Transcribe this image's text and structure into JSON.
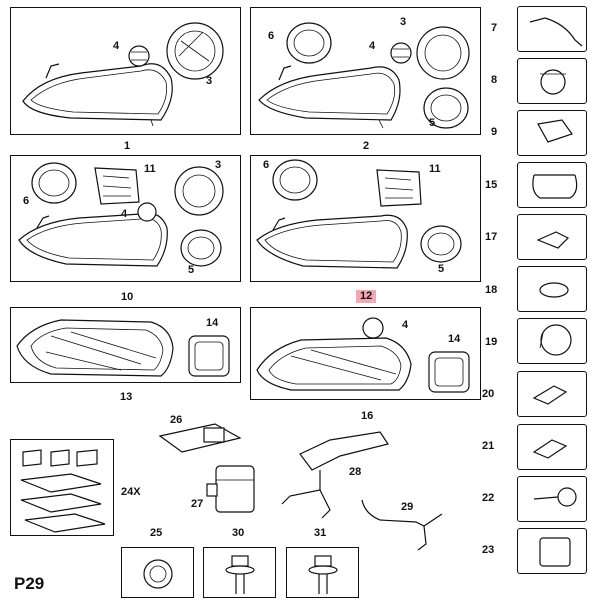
{
  "page_code": "P29",
  "highlight_color": "#f2a9b1",
  "panels": [
    {
      "label": "1",
      "callouts": [
        "4",
        "3"
      ]
    },
    {
      "label": "2",
      "callouts": [
        "6",
        "4",
        "3",
        "5"
      ]
    },
    {
      "label": "10",
      "callouts": [
        "11",
        "3",
        "6",
        "4",
        "5"
      ]
    },
    {
      "label": "12",
      "callouts": [
        "6",
        "11",
        "5"
      ]
    },
    {
      "label": "13",
      "callouts": [
        "14"
      ]
    },
    {
      "label": "16",
      "callouts": [
        "4",
        "14"
      ]
    }
  ],
  "side_parts": [
    "7",
    "8",
    "9",
    "15",
    "17",
    "18",
    "19",
    "20",
    "21",
    "22",
    "23"
  ],
  "loose_parts": {
    "p26": "26",
    "p27": "27",
    "p28": "28",
    "p29": "29",
    "p24": "24X"
  },
  "bottom_parts": [
    "25",
    "30",
    "31"
  ],
  "icons": [
    "headlamp-icon",
    "bulb-icon",
    "cap-icon",
    "relay-icon",
    "bolt-icon"
  ]
}
